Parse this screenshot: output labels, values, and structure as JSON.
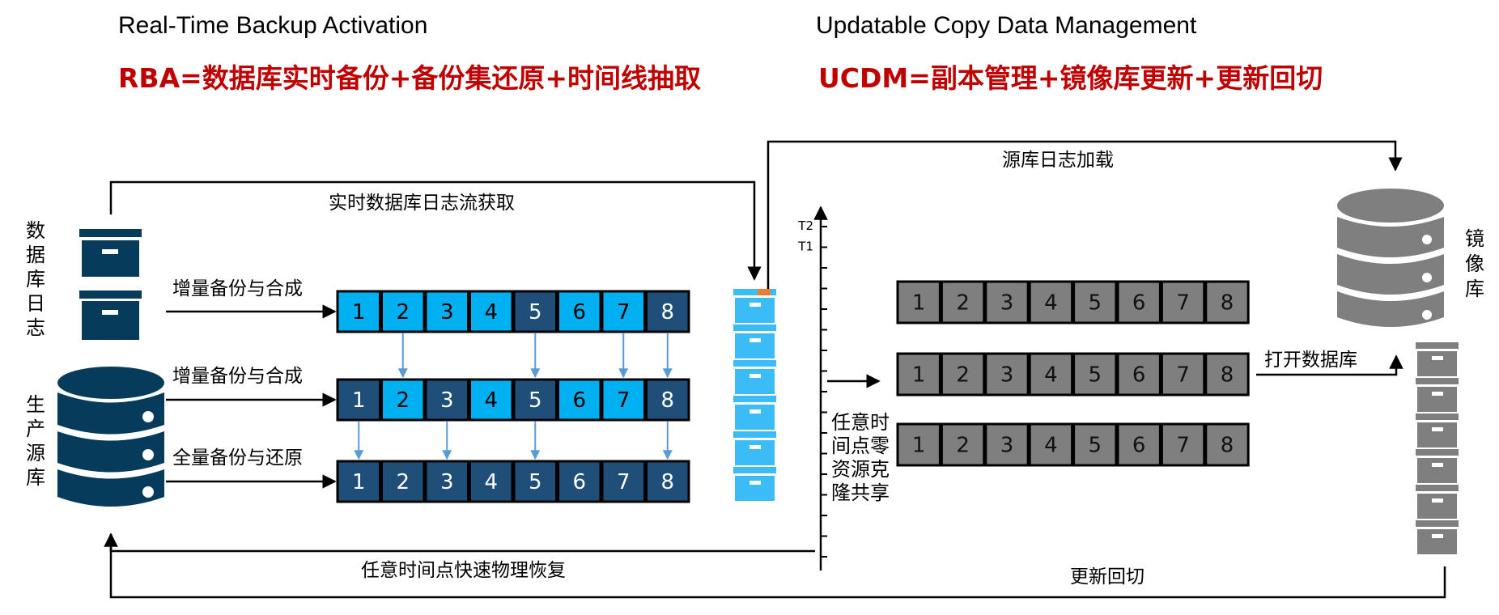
{
  "rba": {
    "title_en": "Real-Time Backup Activation",
    "title_cn": "RBA=数据库实时备份+备份集还原+时间线抽取"
  },
  "ucdm": {
    "title_en": "Updatable Copy Data Management",
    "title_cn": "UCDM=副本管理+镜像库更新+更新回切"
  },
  "colors": {
    "light_block": "#00b0f0",
    "dark_block": "#1f4e79",
    "gray_block": "#7f7f7f",
    "storage_dark": "#073b5c",
    "storage_light": "#3cbcf7",
    "accent_orange": "#ed7d31",
    "title_red": "#c00000",
    "arrow_blue": "#5b9bd5"
  },
  "left": {
    "db_log_label": [
      "数",
      "据",
      "库",
      "日",
      "志"
    ],
    "prod_db_label": [
      "生",
      "产",
      "源",
      "库"
    ],
    "flow_top_label": "实时数据库日志流获取",
    "flow_bottom_label": "任意时间点快速物理恢复",
    "rows": [
      {
        "label": "增量备份与合成",
        "blocks": [
          {
            "n": "1",
            "state": "light"
          },
          {
            "n": "2",
            "state": "light"
          },
          {
            "n": "3",
            "state": "light"
          },
          {
            "n": "4",
            "state": "light"
          },
          {
            "n": "5",
            "state": "dark"
          },
          {
            "n": "6",
            "state": "light"
          },
          {
            "n": "7",
            "state": "light"
          },
          {
            "n": "8",
            "state": "dark"
          }
        ]
      },
      {
        "label": "增量备份与合成",
        "blocks": [
          {
            "n": "1",
            "state": "dark"
          },
          {
            "n": "2",
            "state": "light"
          },
          {
            "n": "3",
            "state": "dark"
          },
          {
            "n": "4",
            "state": "light"
          },
          {
            "n": "5",
            "state": "dark"
          },
          {
            "n": "6",
            "state": "light"
          },
          {
            "n": "7",
            "state": "light"
          },
          {
            "n": "8",
            "state": "dark"
          }
        ]
      },
      {
        "label": "全量备份与还原",
        "blocks": [
          {
            "n": "1",
            "state": "dark"
          },
          {
            "n": "2",
            "state": "dark"
          },
          {
            "n": "3",
            "state": "dark"
          },
          {
            "n": "4",
            "state": "dark"
          },
          {
            "n": "5",
            "state": "dark"
          },
          {
            "n": "6",
            "state": "dark"
          },
          {
            "n": "7",
            "state": "dark"
          },
          {
            "n": "8",
            "state": "dark"
          }
        ]
      }
    ],
    "merge_arrows_row1_to_row2": [
      2,
      5,
      7,
      8
    ],
    "merge_arrows_row2_to_row3": [
      1,
      3,
      5,
      8
    ],
    "log_storage_boxes": 6
  },
  "middle": {
    "timeline_ticks": [
      "T2",
      "T1"
    ],
    "timeline_tick_count": 17,
    "clone_label": [
      "任意时",
      "间点零",
      "资源克",
      "隆共享"
    ]
  },
  "right": {
    "log_load_label": "源库日志加载",
    "open_db_label": "打开数据库",
    "mirror_db_label": [
      "镜",
      "像",
      "库"
    ],
    "switchback_label": "更新回切",
    "rows": [
      {
        "blocks": [
          "1",
          "2",
          "3",
          "4",
          "5",
          "6",
          "7",
          "8"
        ]
      },
      {
        "blocks": [
          "1",
          "2",
          "3",
          "4",
          "5",
          "6",
          "7",
          "8"
        ]
      },
      {
        "blocks": [
          "1",
          "2",
          "3",
          "4",
          "5",
          "6",
          "7",
          "8"
        ]
      }
    ],
    "storage_boxes": 6
  }
}
